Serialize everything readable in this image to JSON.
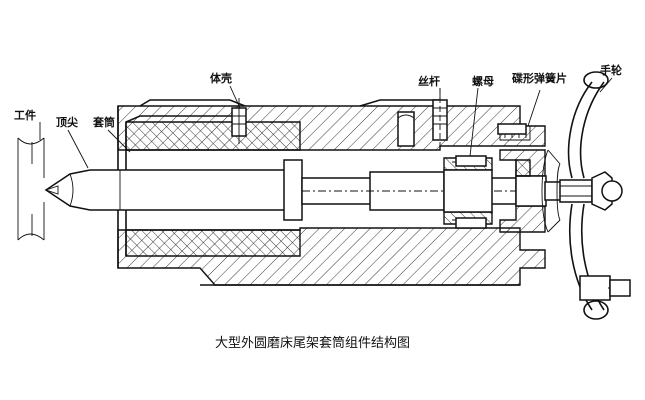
{
  "labels": {
    "workpiece": "工件",
    "center": "顶尖",
    "sleeve": "套筒",
    "body": "体壳",
    "screw": "丝杆",
    "nut": "螺母",
    "disc_spring": "碟形弹簧片",
    "handwheel": "手轮"
  },
  "caption": "大型外圆磨床尾架套筒组件结构图"
}
